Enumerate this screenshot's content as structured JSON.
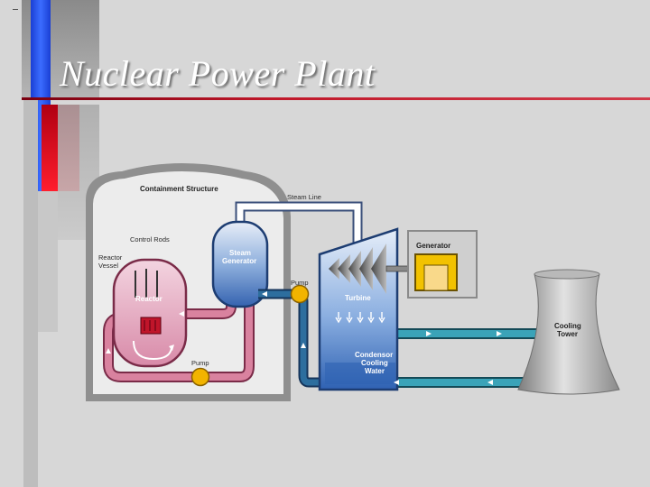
{
  "slide": {
    "title": "Nuclear Power Plant"
  },
  "diagram": {
    "labels": {
      "containment": "Containment Structure",
      "steam_line": "Steam Line",
      "control_rods": "Control Rods",
      "reactor_vessel_1": "Reactor",
      "reactor_vessel_2": "Vessel",
      "reactor": "Reactor",
      "steam_generator_1": "Steam",
      "steam_generator_2": "Generator",
      "pump_primary": "Pump",
      "pump_secondary": "Pump",
      "turbine": "Turbine",
      "generator": "Generator",
      "condenser_1": "Condensor",
      "condenser_2": "Cooling",
      "condenser_3": "Water",
      "cooling_tower_1": "Cooling",
      "cooling_tower_2": "Tower"
    },
    "colors": {
      "primary_loop": "#d9829f",
      "secondary_loop": "#2d6e9e",
      "cooling_loop": "#3aa3b8",
      "steam_line": "#ffffff",
      "pump": "#f2b400",
      "generator": "#f2c200",
      "containment": "#ececec",
      "containment_border": "#8f8f8f",
      "tower": "#9a9a9a"
    }
  }
}
